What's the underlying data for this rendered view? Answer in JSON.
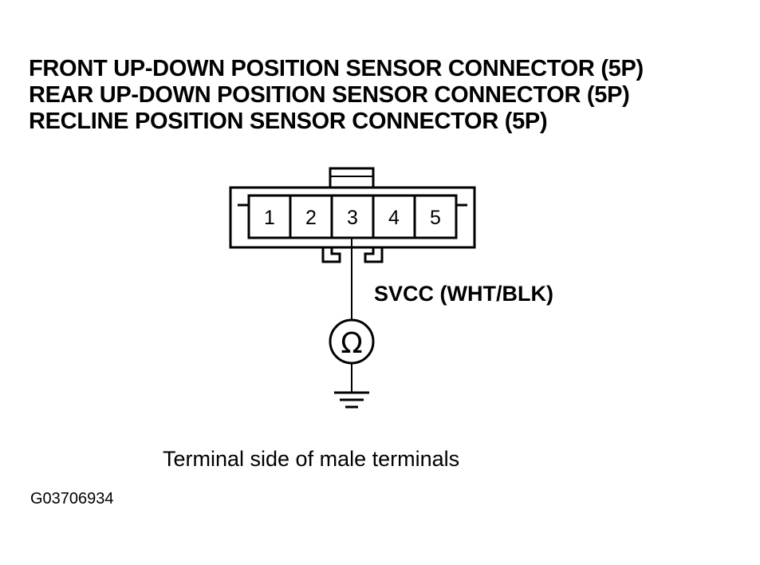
{
  "titles": [
    "FRONT UP-DOWN POSITION SENSOR CONNECTOR (5P)",
    "REAR UP-DOWN POSITION SENSOR CONNECTOR (5P)",
    "RECLINE POSITION SENSOR CONNECTOR (5P)"
  ],
  "connector": {
    "pins": [
      "1",
      "2",
      "3",
      "4",
      "5"
    ],
    "probed_pin": "3"
  },
  "wire_label": "SVCC (WHT/BLK)",
  "meter_symbol": "Ω",
  "caption": "Terminal side of male terminals",
  "figure_id": "G03706934"
}
